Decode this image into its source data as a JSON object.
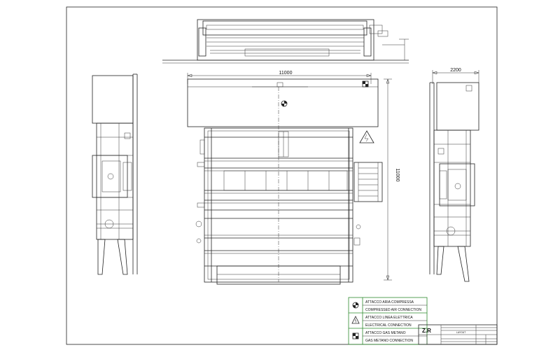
{
  "dimensions": {
    "top_width": "11000",
    "right_height": "11000",
    "side_width": "2200"
  },
  "legend": {
    "rows": [
      {
        "icon": "compressed-air-icon",
        "text": "ATTACCO ARIA COMPRESSA"
      },
      {
        "icon": "compressed-air-icon",
        "text": "COMPRESSED AIR CONNECTION"
      },
      {
        "icon": "electrical-icon",
        "text": "ATTACCO LINEA ELETTRICA"
      },
      {
        "icon": "electrical-icon",
        "text": "ELECTRICAL CONNECTION"
      },
      {
        "icon": "gas-icon",
        "text": "ATTACCO GAS METANO"
      },
      {
        "icon": "gas-icon",
        "text": "GAS METANO CONNECTION"
      }
    ],
    "border_color": "#2e8b2e"
  },
  "title_block": {
    "logo": "Z.R",
    "drawing_name": "LAYOUT"
  }
}
